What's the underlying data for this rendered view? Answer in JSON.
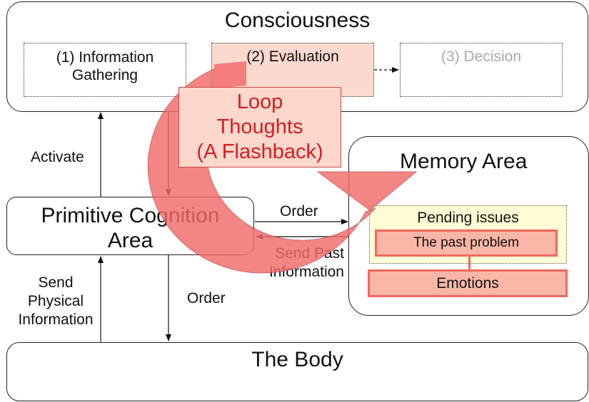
{
  "consciousness": {
    "title": "Consciousness",
    "steps": [
      {
        "line1": "(1) Information",
        "line2": "Gathering"
      },
      {
        "label": "(2) Evaluation"
      },
      {
        "label": "(3) Decision"
      }
    ]
  },
  "loop_label": {
    "line1": "Loop",
    "line2": "Thoughts",
    "line3": "(A Flashback)"
  },
  "memory": {
    "title": "Memory Area",
    "pending_title": "Pending issues",
    "past_problem": "The past problem",
    "emotions": "Emotions"
  },
  "primitive": {
    "line1": "Primitive Cognition",
    "line2": "Area"
  },
  "body_area": {
    "title": "The Body"
  },
  "arrows": {
    "activate": "Activate",
    "order_right": "Order",
    "send_past": {
      "line1": "Send Past",
      "line2": "Information"
    },
    "order_down": "Order",
    "send_physical": {
      "line1": "Send",
      "line2": "Physical",
      "line3": "Information"
    }
  },
  "colors": {
    "loop_arrow": "#f26b6b",
    "loop_box": "#fdd6cc",
    "loop_text": "#d42020",
    "evaluation_fill": "#fcd9cf",
    "pending_fill": "#fefcd4",
    "problem_fill": "#f9b6a7",
    "problem_border": "#ef6a5c",
    "decision_text": "#a9a9a9"
  }
}
